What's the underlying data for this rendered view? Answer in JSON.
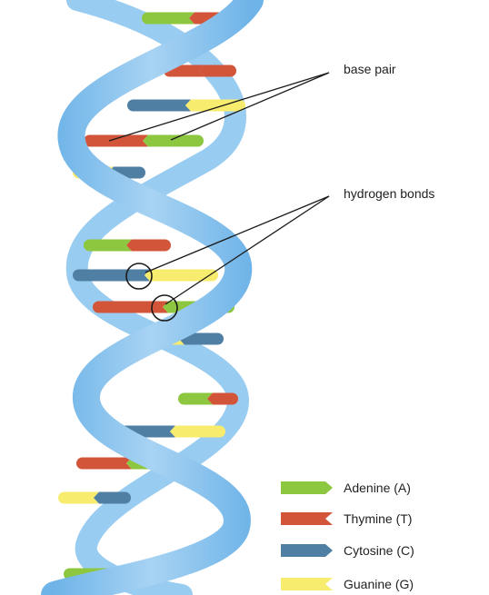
{
  "callouts": {
    "base_pair": "base pair",
    "hydrogen_bonds": "hydrogen bonds"
  },
  "legend": [
    {
      "label": "Adenine (A)",
      "color": "#8dc63f"
    },
    {
      "label": "Thymine (T)",
      "color": "#d2553a"
    },
    {
      "label": "Cytosine (C)",
      "color": "#4f7fa3"
    },
    {
      "label": "Guanine (G)",
      "color": "#f7ec6e"
    }
  ],
  "colors": {
    "strand_light": "#a9d4f3",
    "strand_mid": "#7dbdec",
    "strand_dark": "#5aa4de"
  }
}
